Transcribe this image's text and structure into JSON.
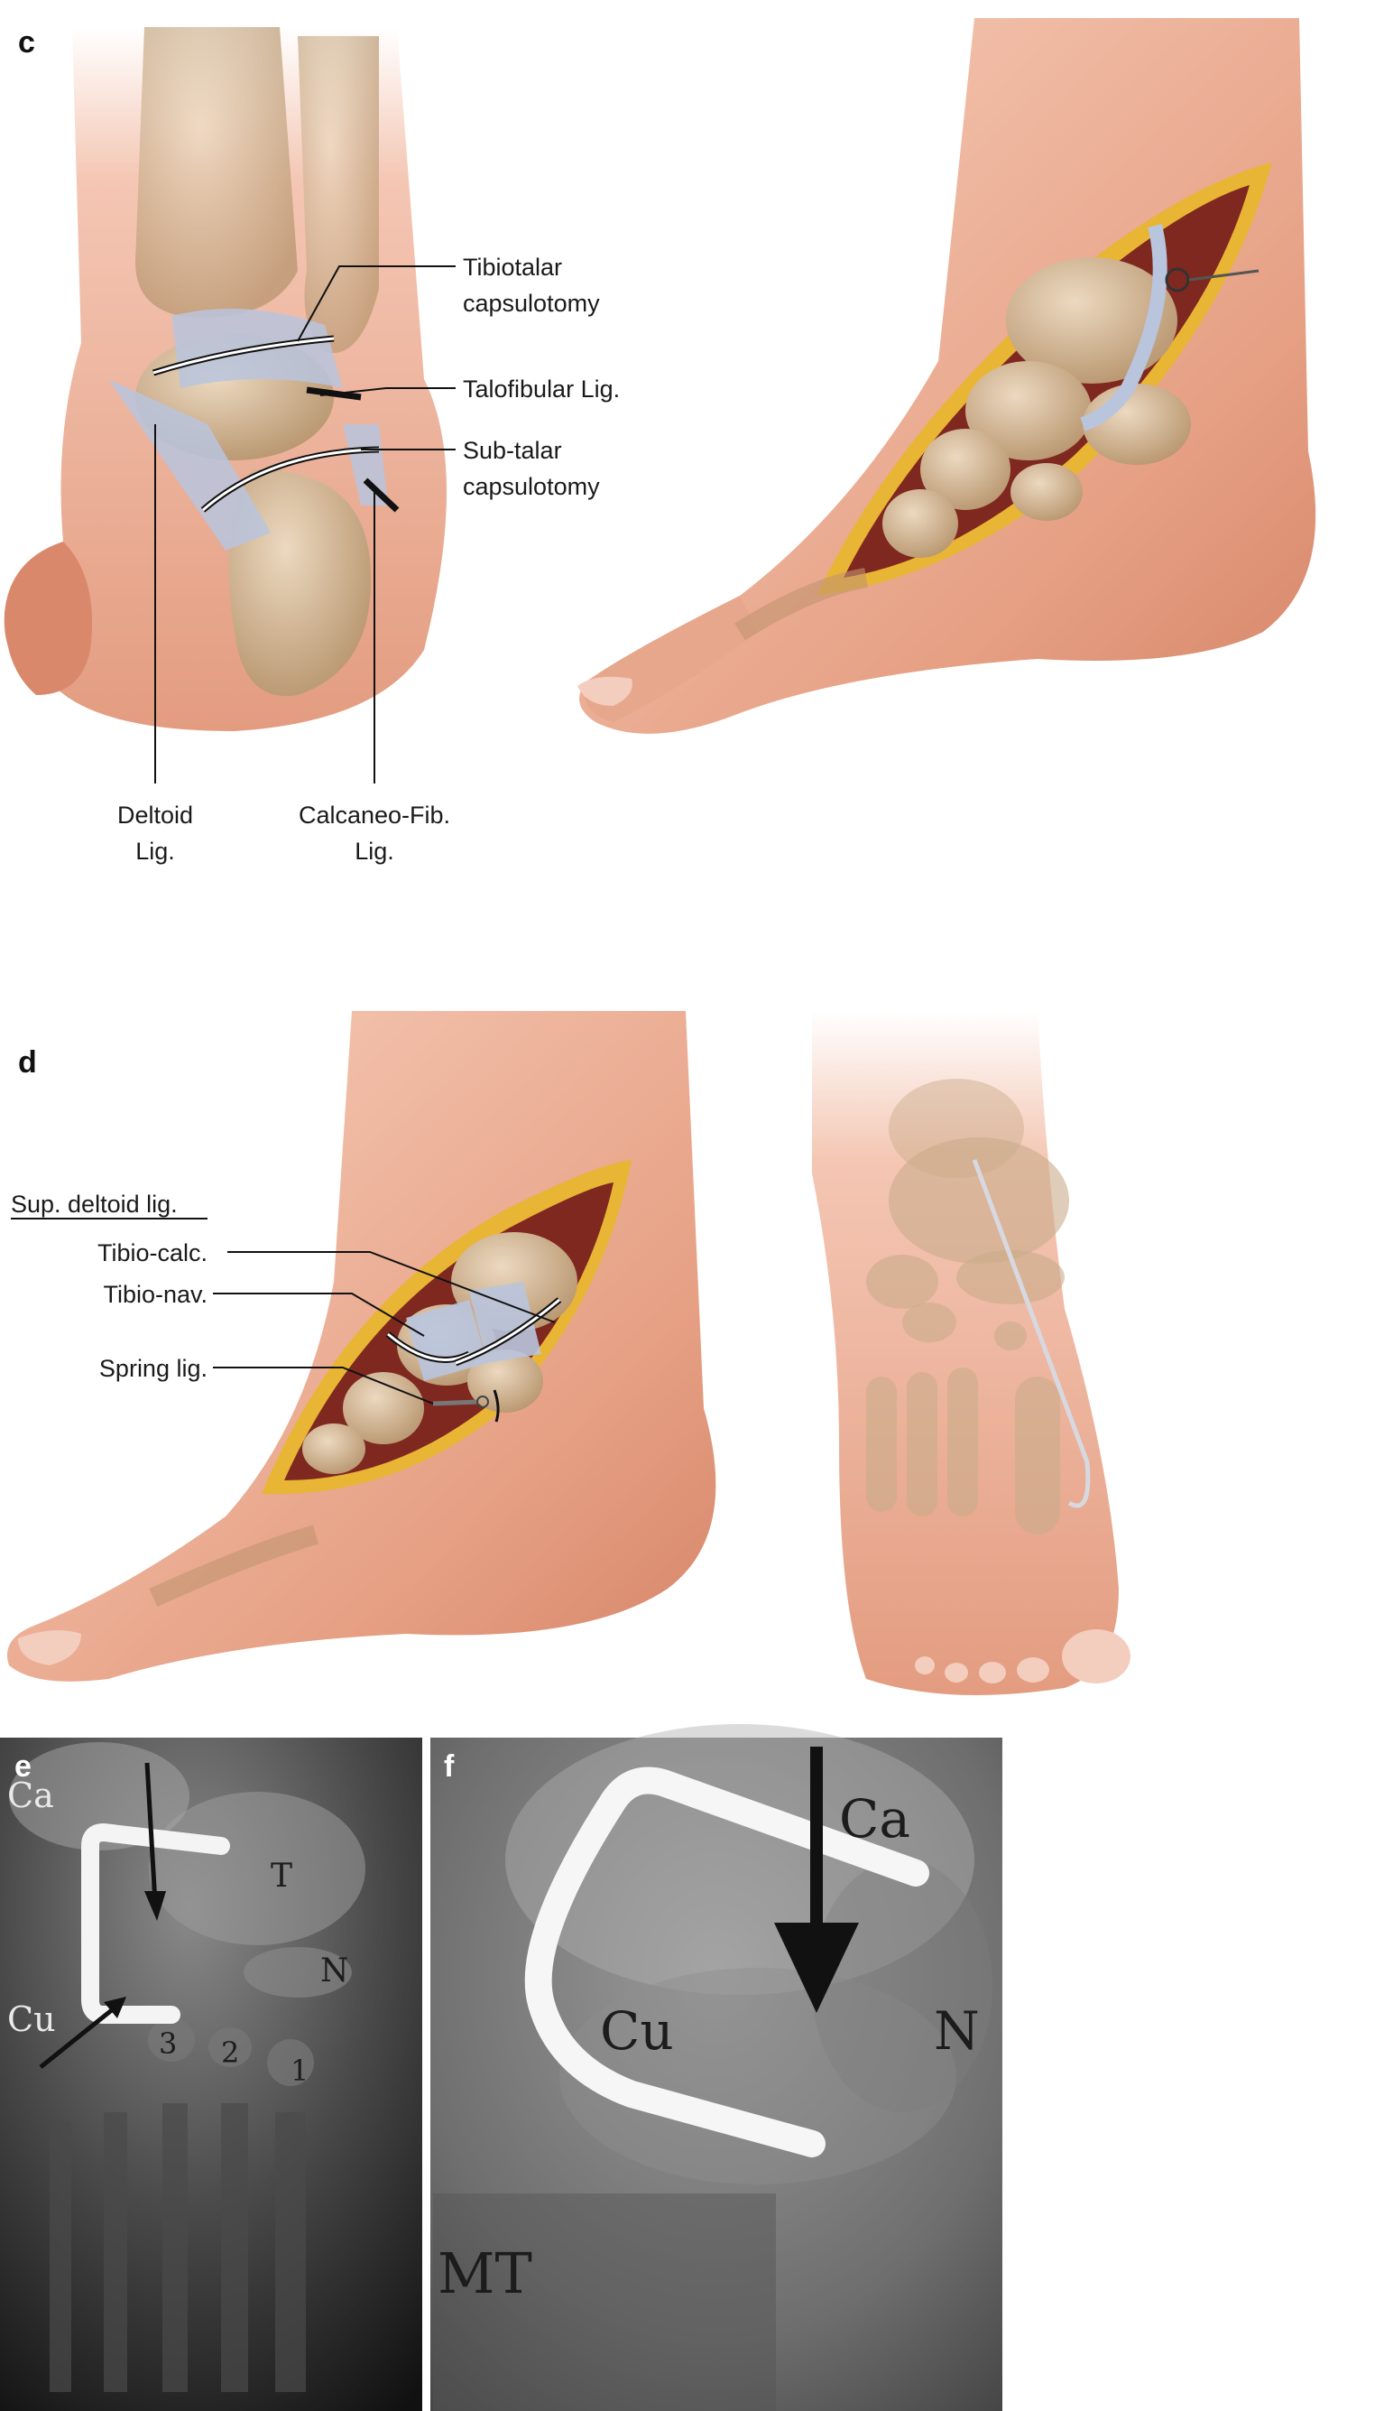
{
  "panels": {
    "c": "c",
    "d": "d",
    "e": "e",
    "f": "f"
  },
  "labels_c": {
    "tibiotalar_1": "Tibiotalar",
    "tibiotalar_2": "capsulotomy",
    "talofibular": "Talofibular Lig.",
    "subtalar_1": "Sub-talar",
    "subtalar_2": "capsulotomy",
    "deltoid_1": "Deltoid",
    "deltoid_2": "Lig.",
    "calcaneofib_1": "Calcaneo-Fib.",
    "calcaneofib_2": "Lig."
  },
  "labels_d": {
    "sup_deltoid": "Sup. deltoid lig.",
    "tibio_calc": "Tibio-calc.",
    "tibio_nav": "Tibio-nav.",
    "spring": "Spring lig."
  },
  "labels_e": {
    "ca": "Ca",
    "t": "T",
    "n": "N",
    "cu": "Cu",
    "m3": "3",
    "m2": "2",
    "m1": "1"
  },
  "labels_f": {
    "ca": "Ca",
    "cu": "Cu",
    "n": "N",
    "mt": "MT"
  },
  "colors": {
    "skin": "#e8a48a",
    "skin_dark": "#c9775c",
    "bone": "#c9ab8a",
    "ligament": "#b9c4dd",
    "fat": "#e8b535",
    "muscle": "#8a2c24"
  }
}
